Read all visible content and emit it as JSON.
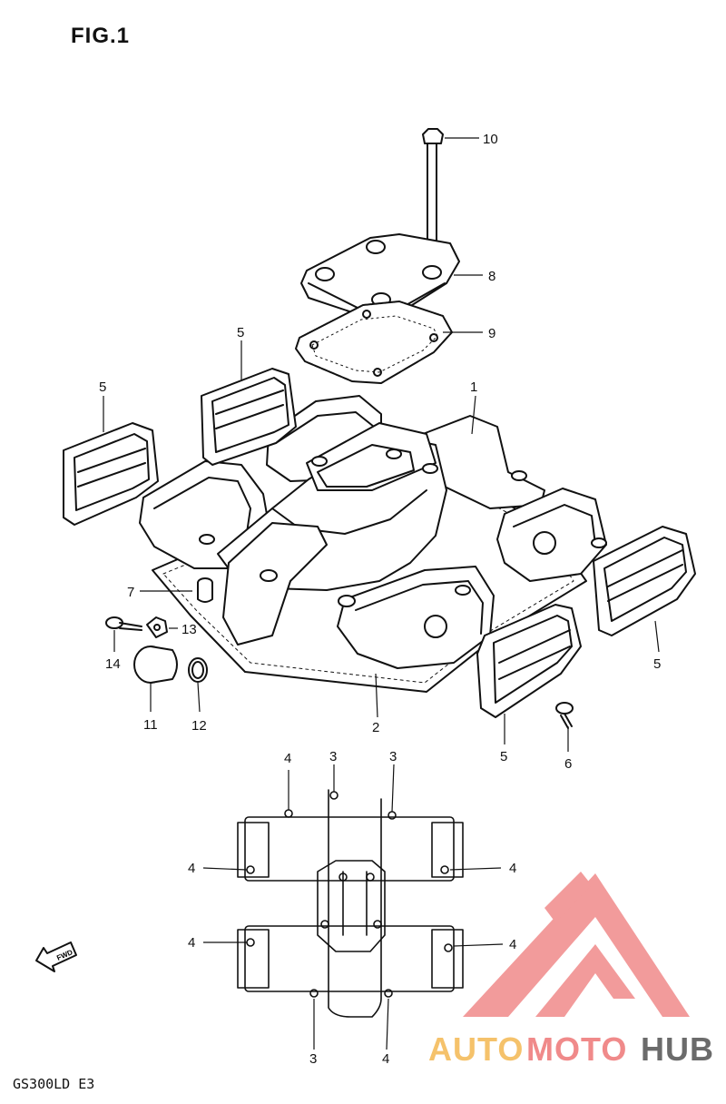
{
  "figure": {
    "title": "FIG.1",
    "model_code": "GS300LD E3"
  },
  "callouts": {
    "c1": "1",
    "c2": "2",
    "c3a": "3",
    "c3b": "3",
    "c3c": "3",
    "c4a": "4",
    "c4b": "4",
    "c4c": "4",
    "c4d": "4",
    "c4e": "4",
    "c4f": "4",
    "c5a": "5",
    "c5b": "5",
    "c5c": "5",
    "c5d": "5",
    "c6": "6",
    "c7": "7",
    "c8": "8",
    "c9": "9",
    "c10": "10",
    "c11": "11",
    "c12": "12",
    "c13": "13",
    "c14": "14"
  },
  "direction_marker": "FWD",
  "watermark": {
    "word_part1": "AUTO",
    "word_part2": "MOTO",
    "word_part3": "HUB",
    "color_light": "#f5c26b",
    "color_mid": "#f08a8a",
    "color_dark": "#6b6b6b"
  }
}
